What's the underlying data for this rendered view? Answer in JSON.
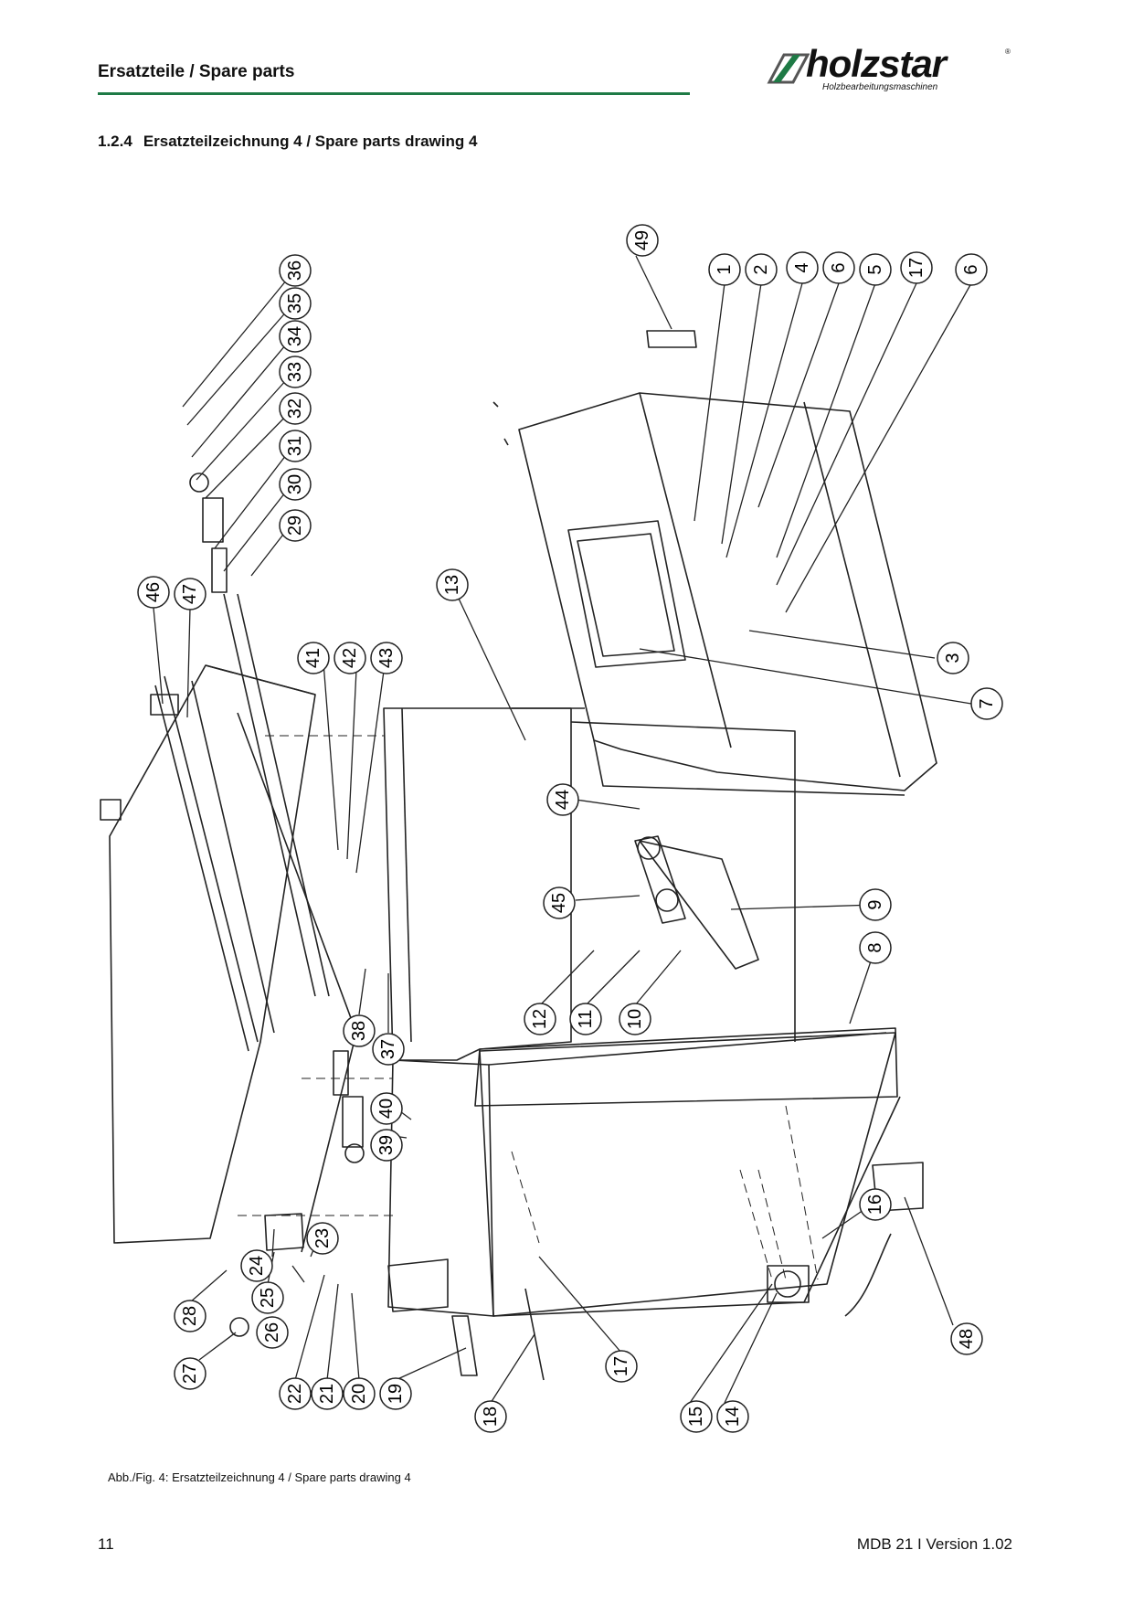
{
  "header": {
    "title": "Ersatzteile / Spare parts",
    "accent_color": "#1e7a45"
  },
  "logo": {
    "brand": "holzstar",
    "tagline": "Holzbearbeitungsmaschinen",
    "registered": "®"
  },
  "section": {
    "number": "1.2.4",
    "title": "Ersatzteilzeichnung 4 / Spare parts drawing 4"
  },
  "drawing": {
    "callouts": [
      "1",
      "2",
      "3",
      "4",
      "5",
      "6",
      "6",
      "7",
      "8",
      "9",
      "10",
      "11",
      "12",
      "13",
      "14",
      "15",
      "16",
      "17",
      "17",
      "18",
      "19",
      "20",
      "21",
      "22",
      "23",
      "24",
      "25",
      "26",
      "27",
      "28",
      "29",
      "30",
      "31",
      "32",
      "33",
      "34",
      "35",
      "36",
      "37",
      "38",
      "39",
      "40",
      "41",
      "42",
      "43",
      "44",
      "45",
      "46",
      "47",
      "48",
      "49"
    ]
  },
  "caption": "Abb./Fig. 4: Ersatzteilzeichnung 4 / Spare parts drawing 4",
  "footer": {
    "page_number": "11",
    "doc_version": "MDB 21 I Version 1.02"
  }
}
